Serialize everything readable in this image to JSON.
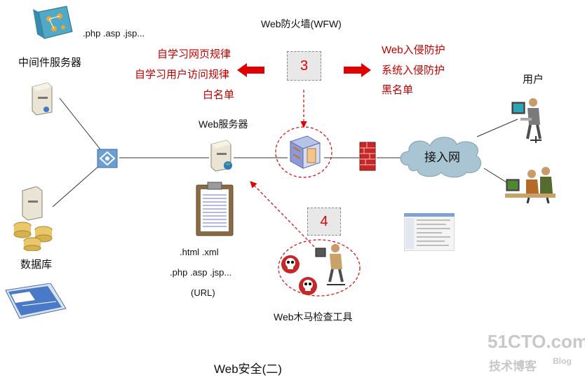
{
  "wfw": {
    "title": "Web防火墙(WFW)"
  },
  "middleware": {
    "files": ".php  .asp .jsp...",
    "label": "中间件服务器"
  },
  "left_rules": [
    "自学习网页规律",
    "自学习用户访问规律",
    "白名单"
  ],
  "right_rules": [
    "Web入侵防护",
    "系统入侵防护",
    "黑名单"
  ],
  "box3": "3",
  "box4": "4",
  "webserver": {
    "label": "Web服务器"
  },
  "clipboard": {
    "line1": ".html  .xml",
    "line2": ".php  .asp .jsp...",
    "line3": "(URL)"
  },
  "database": {
    "label": "数据库"
  },
  "trojan_tool": {
    "label": "Web木马检查工具"
  },
  "cloud": {
    "label": "接入网"
  },
  "user": {
    "label": "用户"
  },
  "footer": {
    "title": "Web安全(二)"
  },
  "watermark": {
    "brand": "51CTO.com",
    "sub": "技术博客",
    "blog": "Blog"
  },
  "colors": {
    "accent_red": "#e00000",
    "text_red": "#c00000",
    "cloud": "#a9c4d2"
  }
}
